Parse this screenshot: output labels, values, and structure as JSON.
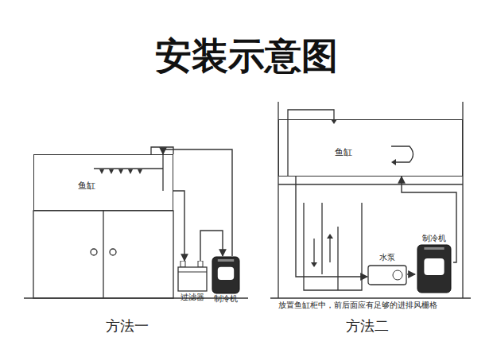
{
  "diagram": {
    "title": "安装示意图",
    "nodes": [
      {
        "text": [
          "鱼缸"
        ]
      },
      {
        "text": [
          "过滤器"
        ]
      },
      {
        "text": [
          "制冷机"
        ]
      },
      {
        "text": [
          "鱼缸"
        ]
      },
      {
        "text": [
          "水泵"
        ]
      },
      {
        "text": [
          "制冷机"
        ]
      }
    ],
    "edges": [
      {
        "from": 0,
        "to": 1,
        "arrow": "to"
      },
      {
        "from": 1,
        "to": 2,
        "arrow": "to"
      },
      {
        "from": 2,
        "to": 0,
        "arrow": "to"
      },
      {
        "from": 3,
        "to": 4,
        "arrow": "to"
      },
      {
        "from": 4,
        "to": 5,
        "arrow": "to"
      },
      {
        "from": 5,
        "to": 3,
        "arrow": "to"
      }
    ],
    "labels": [
      "方法一",
      "方法二",
      "放置鱼缸柜中，前后面应有足够的进排风栅格"
    ]
  }
}
